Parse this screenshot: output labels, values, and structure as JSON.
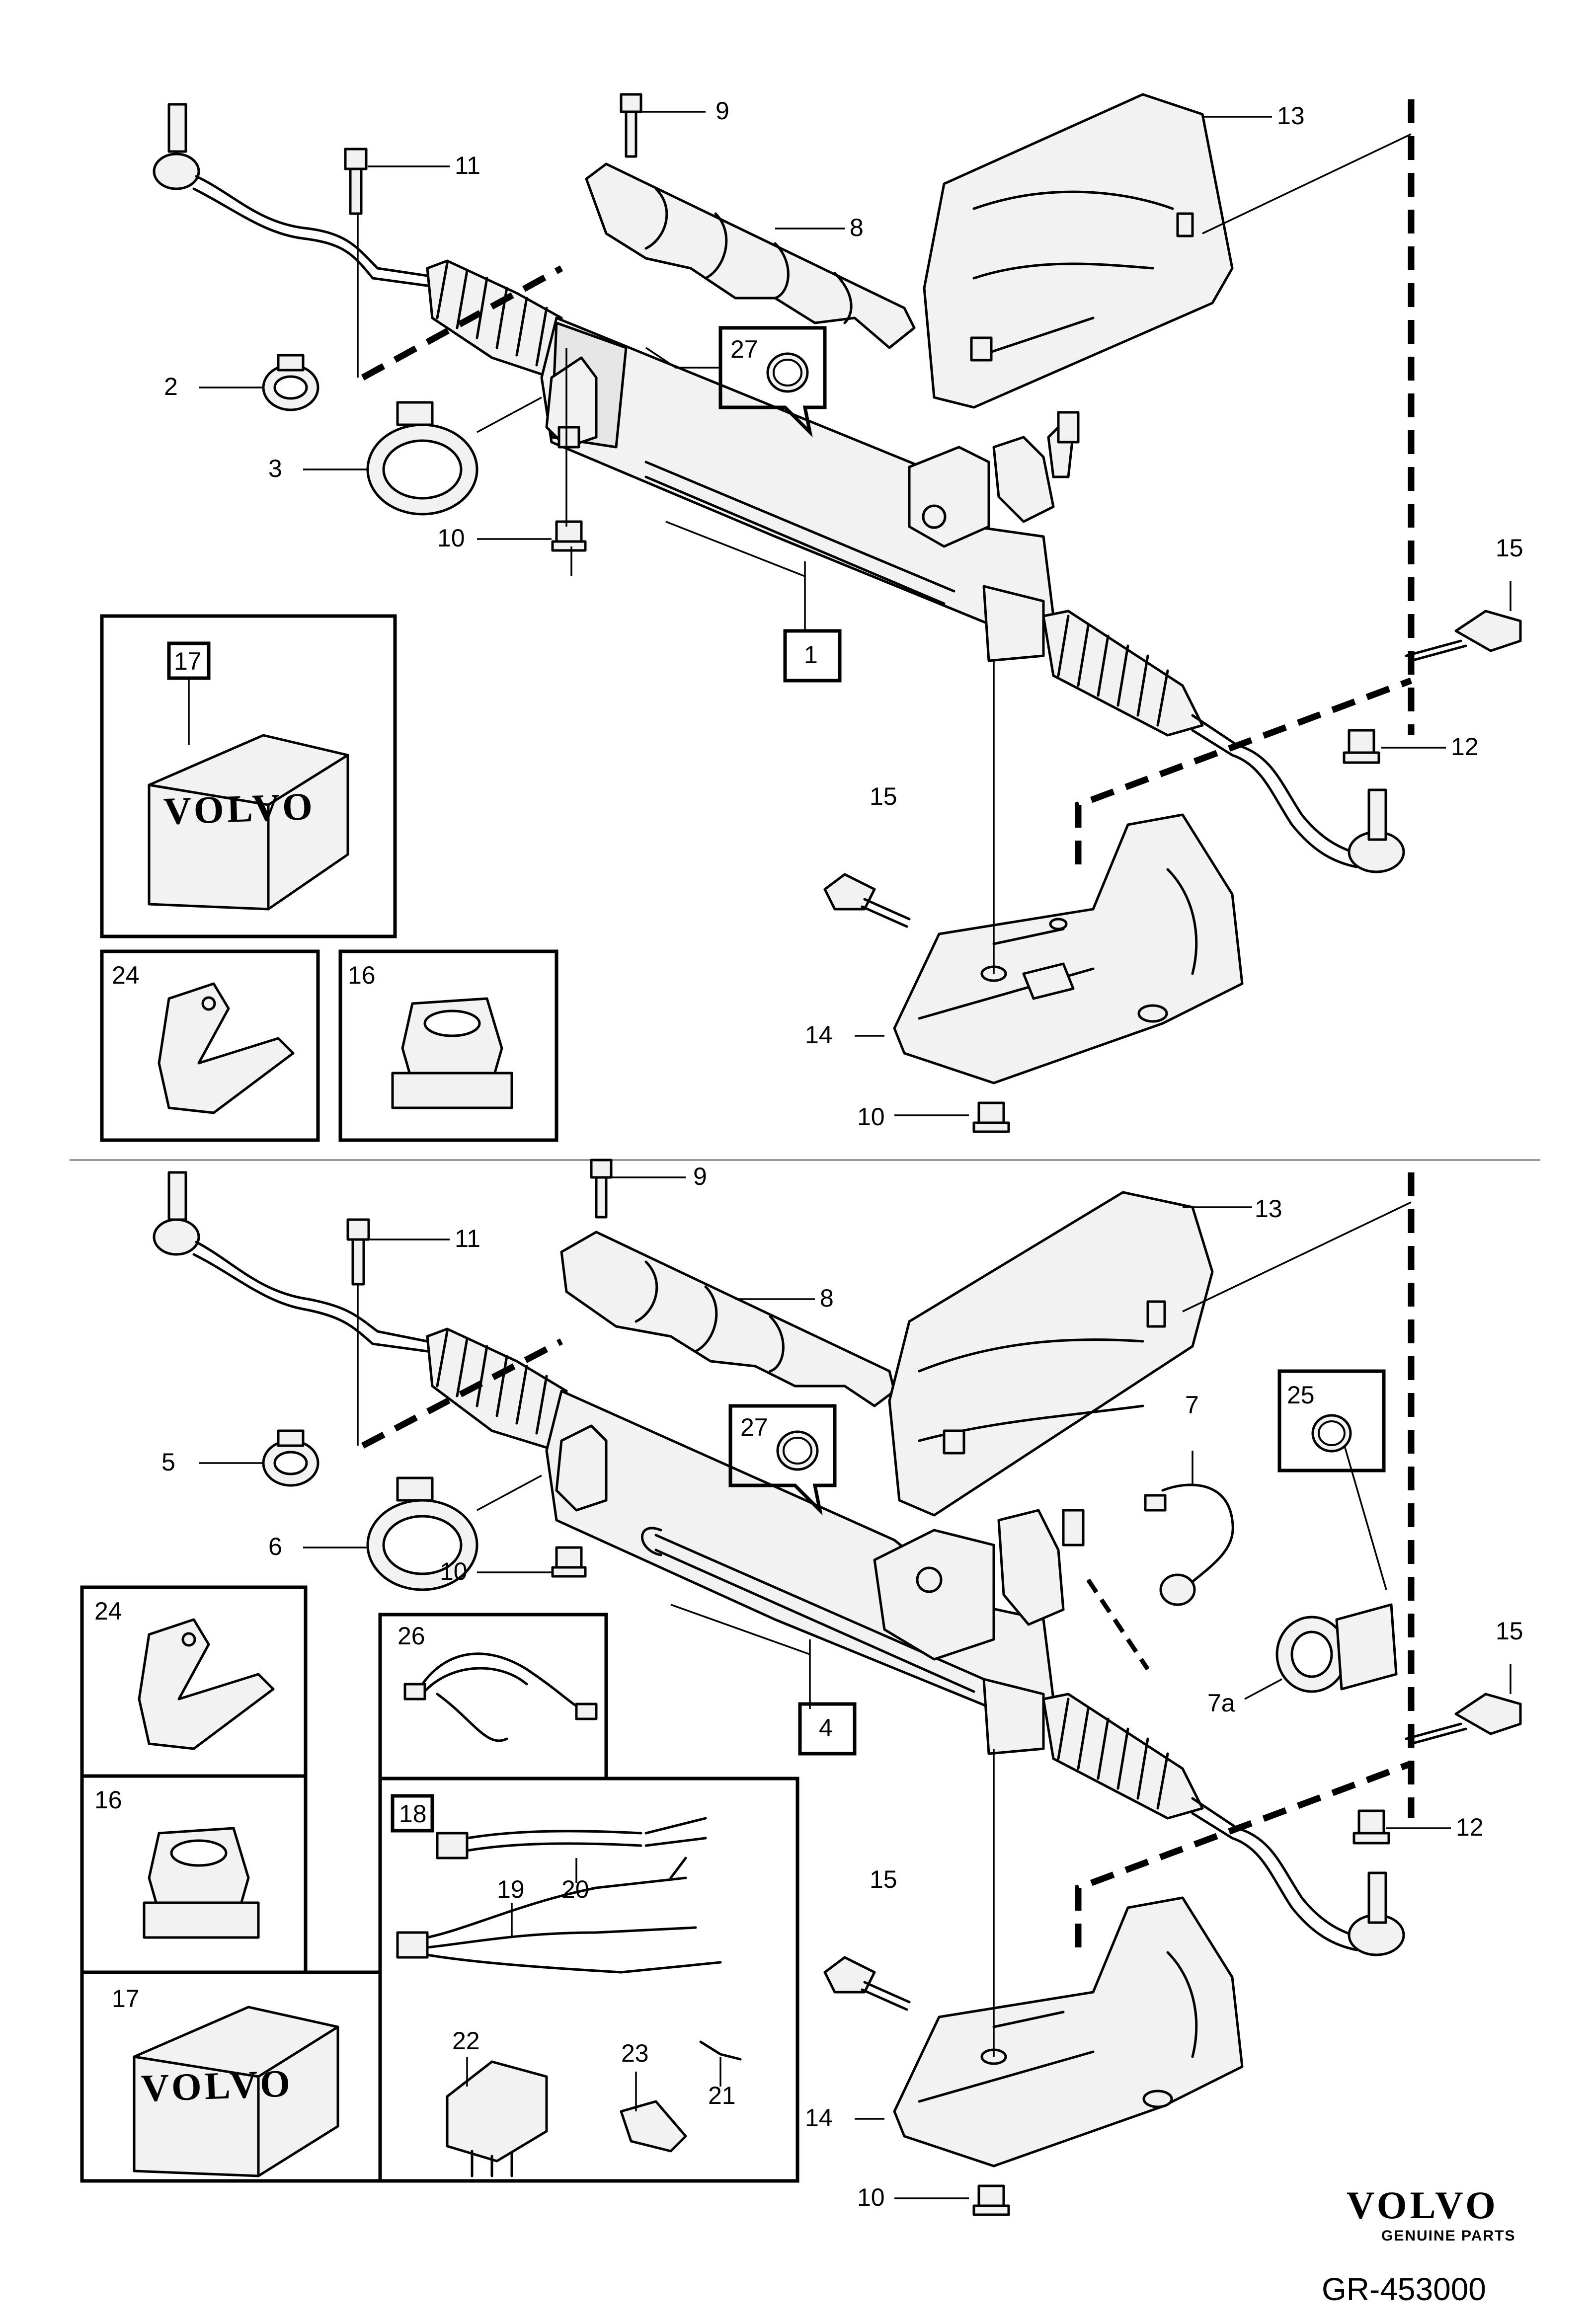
{
  "diagram": {
    "top_section": {
      "callouts": {
        "c1": "1",
        "c2": "2",
        "c3": "3",
        "c8": "8",
        "c9": "9",
        "c10a": "10",
        "c10b": "10",
        "c11": "11",
        "c12": "12",
        "c13": "13",
        "c14": "14",
        "c15a": "15",
        "c15b": "15",
        "c16": "16",
        "c17": "17",
        "c24": "24",
        "c27": "27"
      },
      "box_brand_label": "VOLVO"
    },
    "bottom_section": {
      "callouts": {
        "c4": "4",
        "c5": "5",
        "c6": "6",
        "c7": "7",
        "c7a": "7a",
        "c8": "8",
        "c9": "9",
        "c10a": "10",
        "c10b": "10",
        "c11": "11",
        "c12": "12",
        "c13": "13",
        "c14": "14",
        "c15a": "15",
        "c15b": "15",
        "c16": "16",
        "c17": "17",
        "c18": "18",
        "c19": "19",
        "c20": "20",
        "c21": "21",
        "c22": "22",
        "c23": "23",
        "c24": "24",
        "c25": "25",
        "c26": "26",
        "c27": "27"
      },
      "box_brand_label": "VOLVO"
    },
    "brand": {
      "name": "VOLVO",
      "tagline": "GENUINE PARTS"
    },
    "figure_ref": "GR-453000",
    "colors": {
      "line": "#000000",
      "background": "#ffffff",
      "part_fill": "#f2f2f2"
    }
  }
}
